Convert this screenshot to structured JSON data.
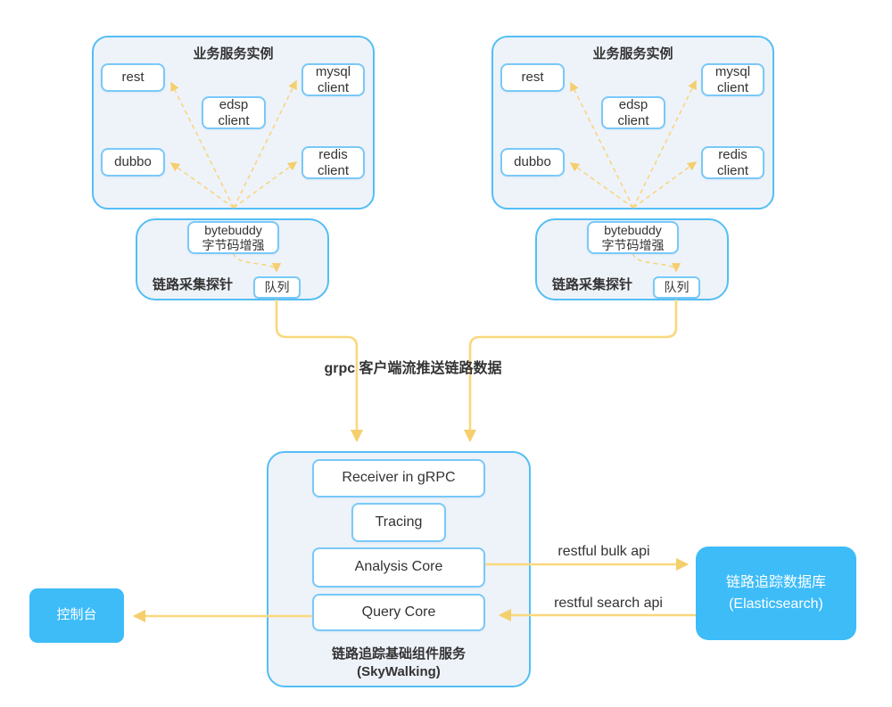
{
  "colors": {
    "accent_blue": "#3dbcf8",
    "container_border": "#54bef5",
    "container_fill": "#eef3fa",
    "inner_border": "#79c9f7",
    "line_yellow": "#f9d87d",
    "arrow_yellow": "#f5cf6e",
    "text_dark": "#333333"
  },
  "groups": [
    {
      "title": "业务服务实例",
      "components": {
        "rest": "rest",
        "dubbo": "dubbo",
        "edsp": "edsp\nclient",
        "mysql": "mysql\nclient",
        "redis": "redis\nclient"
      },
      "probe": {
        "label": "链路采集探针",
        "enhancer": "bytebuddy\n字节码增强",
        "queue": "队列"
      }
    },
    {
      "title": "业务服务实例",
      "components": {
        "rest": "rest",
        "dubbo": "dubbo",
        "edsp": "edsp\nclient",
        "mysql": "mysql\nclient",
        "redis": "redis\nclient"
      },
      "probe": {
        "label": "链路采集探针",
        "enhancer": "bytebuddy\n字节码增强",
        "queue": "队列"
      }
    }
  ],
  "grpc_label": "grpc 客户端流推送链路数据",
  "skywalking": {
    "modules": [
      "Receiver in gRPC",
      "Tracing",
      "Analysis Core",
      "Query Core"
    ],
    "caption": "链路追踪基础组件服务\n(SkyWalking)"
  },
  "database": {
    "label": "链路追踪数据库\n(Elasticsearch)"
  },
  "console": {
    "label": "控制台"
  },
  "api_labels": {
    "bulk": "restful bulk api",
    "search": "restful search api"
  }
}
